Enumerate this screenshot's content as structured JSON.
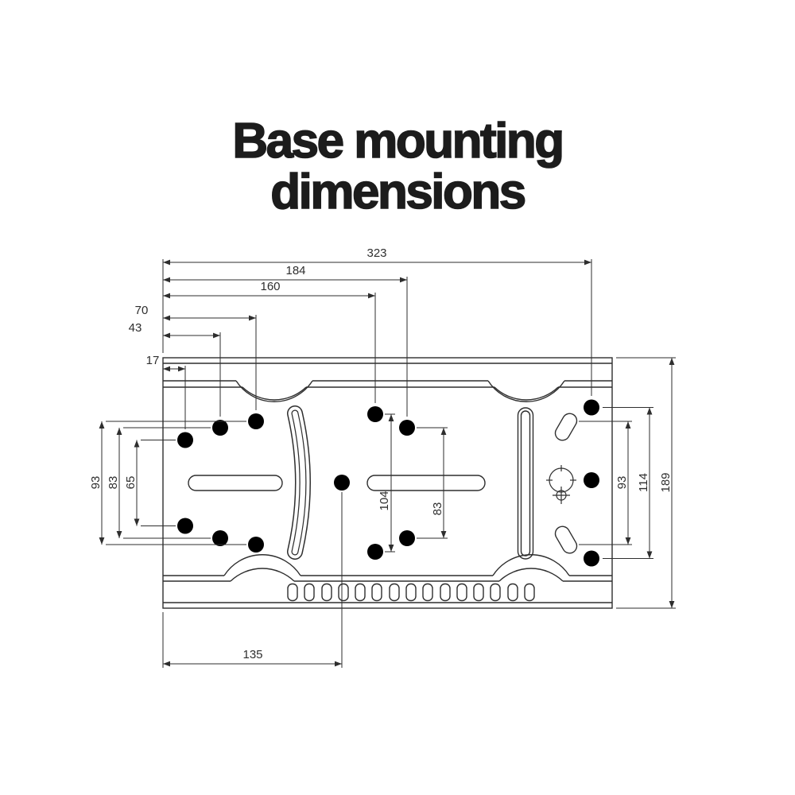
{
  "canvas": {
    "background_color": "#ffffff",
    "line_color": "#2e2e2e",
    "text_color": "#1c1c1c"
  },
  "title": {
    "line1": "Base mounting",
    "line2": "dimensions"
  },
  "drawing": {
    "dimensions": {
      "top_widths": [
        "323",
        "184",
        "160",
        "70",
        "43",
        "17"
      ],
      "left_heights": [
        "93",
        "83",
        "65"
      ],
      "inner_heights": [
        "104",
        "83"
      ],
      "right_heights": [
        "93",
        "114",
        "189"
      ],
      "bottom_widths": [
        "135"
      ]
    }
  }
}
